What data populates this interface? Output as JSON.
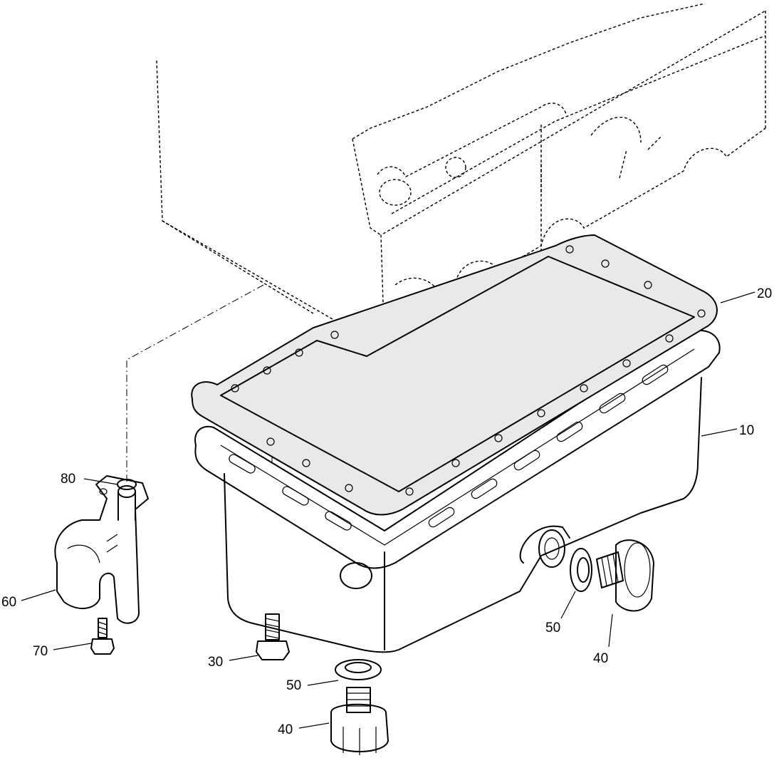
{
  "callouts": {
    "c10": "10",
    "c20": "20",
    "c30": "30",
    "c40_bottom": "40",
    "c40_side": "40",
    "c50_bottom": "50",
    "c50_side": "50",
    "c60": "60",
    "c70": "70",
    "c80": "80"
  }
}
